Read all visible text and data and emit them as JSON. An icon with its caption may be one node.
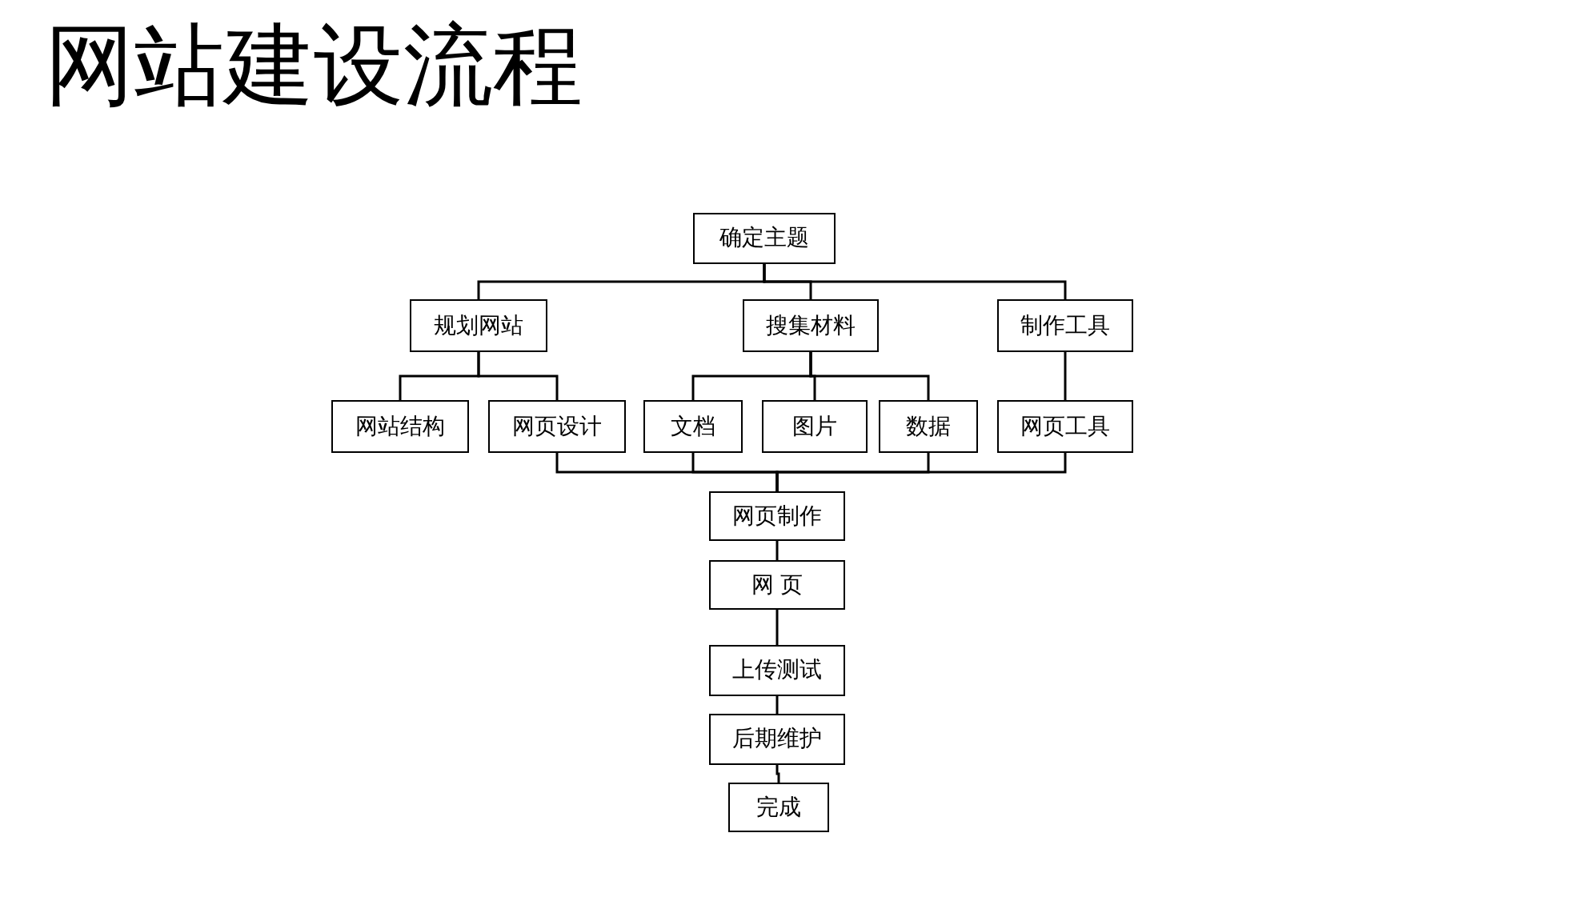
{
  "diagram": {
    "title": "网站建设流程",
    "nodes": [
      {
        "text": [
          "确定主题"
        ]
      },
      {
        "text": [
          "规划网站"
        ]
      },
      {
        "text": [
          "搜集材料"
        ]
      },
      {
        "text": [
          "制作工具"
        ]
      },
      {
        "text": [
          "网站结构"
        ]
      },
      {
        "text": [
          "网页设计"
        ]
      },
      {
        "text": [
          "文档"
        ]
      },
      {
        "text": [
          "图片"
        ]
      },
      {
        "text": [
          "数据"
        ]
      },
      {
        "text": [
          "网页工具"
        ]
      },
      {
        "text": [
          "网页制作"
        ]
      },
      {
        "text": [
          "网 页"
        ]
      },
      {
        "text": [
          "上传测试"
        ]
      },
      {
        "text": [
          "后期维护"
        ]
      },
      {
        "text": [
          "完成"
        ]
      }
    ],
    "edges": [
      {
        "from": 0,
        "to": 1,
        "arrow": "none"
      },
      {
        "from": 0,
        "to": 2,
        "arrow": "none"
      },
      {
        "from": 0,
        "to": 3,
        "arrow": "none"
      },
      {
        "from": 1,
        "to": 4,
        "arrow": "none"
      },
      {
        "from": 1,
        "to": 5,
        "arrow": "none"
      },
      {
        "from": 2,
        "to": 6,
        "arrow": "none"
      },
      {
        "from": 2,
        "to": 7,
        "arrow": "none"
      },
      {
        "from": 2,
        "to": 8,
        "arrow": "none"
      },
      {
        "from": 3,
        "to": 9,
        "arrow": "none"
      },
      {
        "from": 5,
        "to": 10,
        "arrow": "none"
      },
      {
        "from": 6,
        "to": 10,
        "arrow": "none"
      },
      {
        "from": 8,
        "to": 10,
        "arrow": "none"
      },
      {
        "from": 9,
        "to": 10,
        "arrow": "none"
      },
      {
        "from": 10,
        "to": 11,
        "arrow": "none"
      },
      {
        "from": 11,
        "to": 12,
        "arrow": "none"
      },
      {
        "from": 12,
        "to": 13,
        "arrow": "none"
      },
      {
        "from": 13,
        "to": 14,
        "arrow": "none"
      }
    ]
  }
}
